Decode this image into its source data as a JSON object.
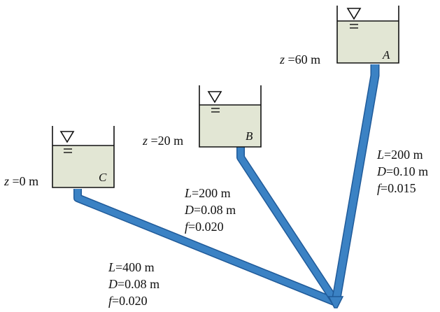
{
  "colors": {
    "water": "#e2e6d4",
    "pipe": "#3b82c4",
    "pipe_edge": "#1f5a99",
    "outline": "#111111"
  },
  "icons": {
    "free_surface": "free-surface-triangle-icon"
  },
  "reservoirs": [
    {
      "id": "A",
      "letter": "A",
      "elev_var": "z",
      "elev_value": "=60 m"
    },
    {
      "id": "B",
      "letter": "B",
      "elev_var": "z",
      "elev_value": "=20 m"
    },
    {
      "id": "C",
      "letter": "C",
      "elev_var": "z",
      "elev_value": "=0 m"
    }
  ],
  "pipes": [
    {
      "to": "A",
      "L": "=200 m",
      "D": "=0.10 m",
      "f": "=0.015"
    },
    {
      "to": "B",
      "L": "=200 m",
      "D": "=0.08 m",
      "f": "=0.020"
    },
    {
      "to": "C",
      "L": "=400 m",
      "D": "=0.08 m",
      "f": "=0.020"
    }
  ],
  "symbols": {
    "L": "L",
    "D": "D",
    "f": "f"
  }
}
